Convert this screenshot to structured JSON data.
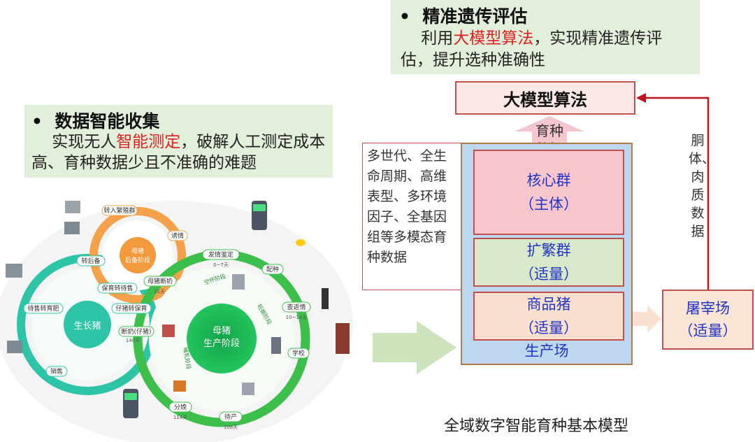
{
  "top_callout": {
    "title": "精准遗传评估",
    "body_prefix": "利用",
    "body_highlight": "大模型算法",
    "body_suffix": "，实现精准遗传评估，提升选种准确性"
  },
  "left_callout": {
    "title": "数据智能收集",
    "body_prefix": "实现无人",
    "body_highlight": "智能测定",
    "body_suffix": "，破解人工测定成本高、育种数据少且不准确的难题"
  },
  "model_box": "大模型算法",
  "breeding_data": {
    "line1": "育种",
    "line2": "数据"
  },
  "multi_data": "多世代、全生命周期、高维表型、多环境因子、全基因组等多模态育种数据",
  "farm": {
    "core": {
      "line1": "核心群",
      "line2": "（主体）"
    },
    "expand": {
      "line1": "扩繁群",
      "line2": "（适量）"
    },
    "commercial": {
      "line1": "商品猪",
      "line2": "（适量）"
    },
    "label": "生产场"
  },
  "slaughter": {
    "line1": "屠宰场",
    "line2": "（适量）"
  },
  "vertical_label": "胴体、肉质数据",
  "caption": "全域数字智能育种基本模型",
  "wheel": {
    "sow_reserve": {
      "line1": "母猪",
      "line2": "后备阶段"
    },
    "growing": "生长猪",
    "sow_production": {
      "line1": "母猪",
      "line2": "生产阶段"
    },
    "nodes": {
      "to_breeding": "转入繁殖群",
      "estrus1": "诱情",
      "transfer": "转后备",
      "nursery_transfer": "保育转待售",
      "piglet_nursery": "仔猪转保育",
      "weaning": "断奶(仔猪)",
      "to_fattening": "待售转育肥",
      "sale": "销售",
      "sow_weaning": "母猪断奶",
      "estrus_check": "发情鉴定",
      "mating": "配种",
      "pregnancy": "查返情",
      "school": "学校",
      "farrowing": "待产",
      "split": "分娩",
      "heat_stage": "空怀阶段",
      "gestation": "妊娠阶段",
      "lactation": "哺乳阶段"
    },
    "sub_labels": {
      "d0_7": "0~7天",
      "d21": "21天",
      "d140": "140天",
      "d10_14": "10~14天",
      "d114": "114天",
      "d108": "108天"
    }
  }
}
